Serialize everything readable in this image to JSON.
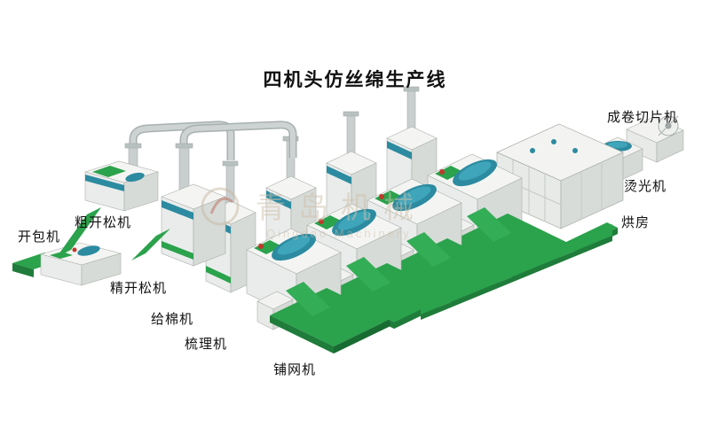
{
  "meta": {
    "title": "四机头仿丝绵生产线",
    "background": "#ffffff"
  },
  "watermark": {
    "cn": "青岛机械",
    "en": "Qingdao Machinery"
  },
  "labels": [
    {
      "id": "bale-opener",
      "text": "开包机"
    },
    {
      "id": "coarse-opener",
      "text": "粗开松机"
    },
    {
      "id": "fine-opener",
      "text": "精开松机"
    },
    {
      "id": "cotton-feeder",
      "text": "给棉机"
    },
    {
      "id": "carding-machine",
      "text": "梳理机"
    },
    {
      "id": "cross-lapper",
      "text": "铺网机"
    },
    {
      "id": "drying-oven",
      "text": "烘房"
    },
    {
      "id": "ironing-machine",
      "text": "烫光机"
    },
    {
      "id": "roll-slicing-machine",
      "text": "成卷切片机"
    }
  ],
  "colors": {
    "belt_green": "#2ba24c",
    "belt_green_dark": "#1f7c3a",
    "machine_face": "#eaeceb",
    "machine_top": "#f4f5f3",
    "machine_side": "#d7dbd7",
    "accent_teal": "#2c8ba0",
    "accent_red": "#c0392b",
    "pipe_gray": "#c9cfce",
    "watermark_tan": "#cfc0ab",
    "text_black": "#111111"
  }
}
